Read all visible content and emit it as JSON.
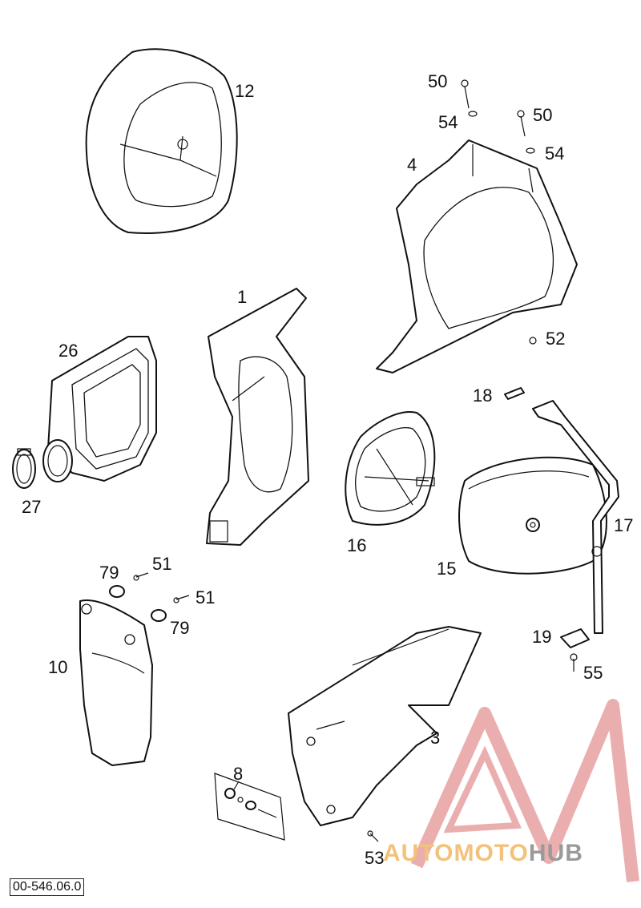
{
  "diagram": {
    "reference_code": "00-546.06.0",
    "callouts": {
      "c12": "12",
      "c50a": "50",
      "c54a": "54",
      "c50b": "50",
      "c54b": "54",
      "c4": "4",
      "c1": "1",
      "c26": "26",
      "c52": "52",
      "c18": "18",
      "c27": "27",
      "c17": "17",
      "c16": "16",
      "c15": "15",
      "c79a": "79",
      "c51a": "51",
      "c51b": "51",
      "c79b": "79",
      "c19": "19",
      "c10": "10",
      "c55": "55",
      "c3": "3",
      "c8": "8",
      "c53": "53"
    }
  },
  "watermark": {
    "part1": "AUTOMOTO",
    "part2": "HUB",
    "color_triangle": "#e8a0a0",
    "color_text_primary": "#f3c27a",
    "color_text_secondary": "#9a9a9a"
  }
}
